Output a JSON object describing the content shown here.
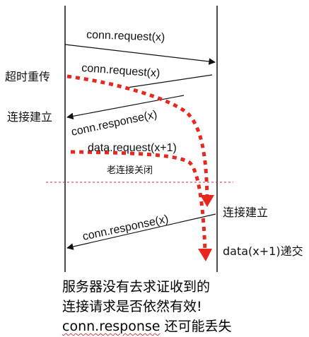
{
  "messages": {
    "m1": "conn.request(x)",
    "m2": "conn.request(x)",
    "m3": "conn.response(x)",
    "m4": "data.request(x+1)",
    "m5": "conn.response(x)"
  },
  "annotations": {
    "timeout_retransmit": "超时重传",
    "conn_established_left": "连接建立",
    "old_conn_closed": "老连接关闭",
    "conn_established_right": "连接建立",
    "data_delivered": "data(x+1)递交"
  },
  "caption": {
    "line1": "服务器没有去求证收到的",
    "line2": "连接请求是否依然有效!",
    "line3_code": "conn.response",
    "line3_rest": " 还可能丢失"
  },
  "colors": {
    "timeline": "#111111",
    "delayed_path": "#e8281e",
    "divider": "#d0205a"
  }
}
